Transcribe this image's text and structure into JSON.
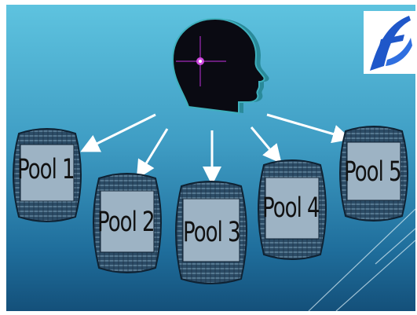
{
  "pools": [
    {
      "label": "Pool 1"
    },
    {
      "label": "Pool 2"
    },
    {
      "label": "Pool 3"
    },
    {
      "label": "Pool 4"
    },
    {
      "label": "Pool 5"
    }
  ],
  "colors": {
    "background_top": "#5ec3df",
    "background_bottom": "#14507a",
    "head_fill": "#0a0a12",
    "head_outline": "#2a8a9a",
    "star": "#d04ae0",
    "arrow": "#ffffff",
    "barrel_wood": "#2c4c66",
    "barrel_label_bg": "#9db3c4",
    "logo_blue": "#1f57c9"
  },
  "icons": {
    "head": "head-profile-icon",
    "star": "sparkle-icon",
    "logo": "company-logo"
  }
}
